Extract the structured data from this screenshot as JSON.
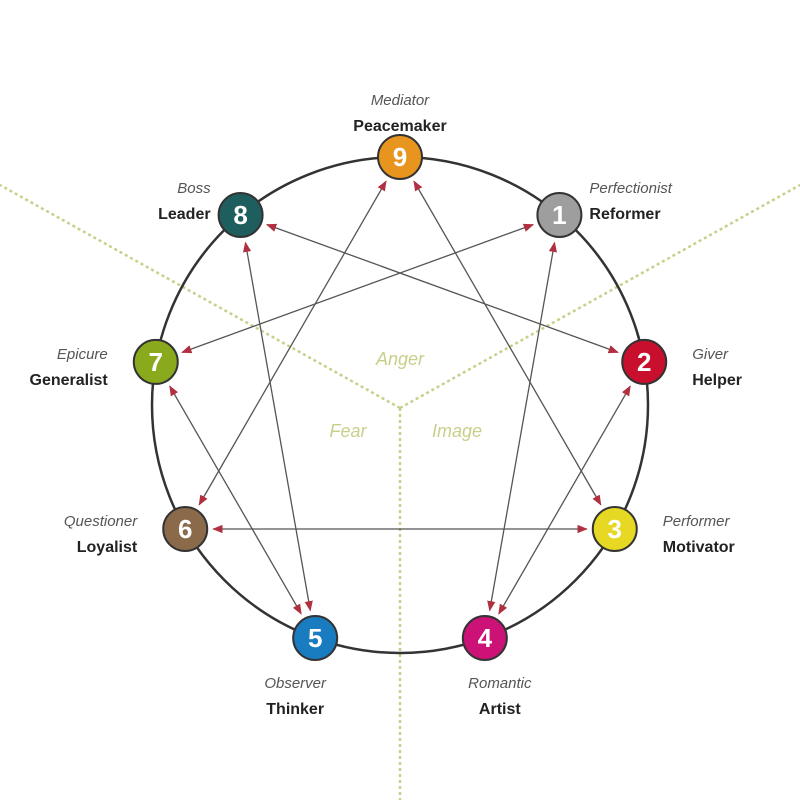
{
  "centers": {
    "anger": "Anger",
    "fear": "Fear",
    "image": "Image"
  },
  "types": [
    {
      "num": "1",
      "role": "Perfectionist",
      "name": "Reformer",
      "color": "#9e9e9e"
    },
    {
      "num": "2",
      "role": "Giver",
      "name": "Helper",
      "color": "#c8102e"
    },
    {
      "num": "3",
      "role": "Performer",
      "name": "Motivator",
      "color": "#e6d823"
    },
    {
      "num": "4",
      "role": "Romantic",
      "name": "Artist",
      "color": "#cc1177"
    },
    {
      "num": "5",
      "role": "Observer",
      "name": "Thinker",
      "color": "#1a7cc0"
    },
    {
      "num": "6",
      "role": "Questioner",
      "name": "Loyalist",
      "color": "#8b6a4a"
    },
    {
      "num": "7",
      "role": "Epicure",
      "name": "Generalist",
      "color": "#8aaa1e"
    },
    {
      "num": "8",
      "role": "Boss",
      "name": "Leader",
      "color": "#1e5e5e"
    },
    {
      "num": "9",
      "role": "Mediator",
      "name": "Peacemaker",
      "color": "#e8951f"
    }
  ],
  "connections": [
    [
      1,
      7
    ],
    [
      1,
      4
    ],
    [
      2,
      8
    ],
    [
      2,
      4
    ],
    [
      3,
      9
    ],
    [
      3,
      6
    ],
    [
      5,
      8
    ],
    [
      5,
      7
    ],
    [
      6,
      9
    ]
  ],
  "colors": {
    "circle": "#333333",
    "arrow": "#555555",
    "arrowhead": "#b03040",
    "divider": "#c9cf8a"
  }
}
